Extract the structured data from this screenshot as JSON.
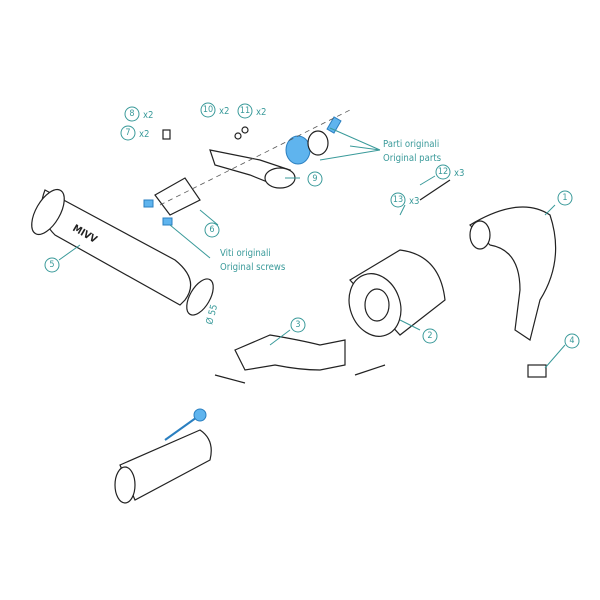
{
  "callouts": [
    {
      "n": "1",
      "qty": ""
    },
    {
      "n": "2",
      "qty": ""
    },
    {
      "n": "3",
      "qty": ""
    },
    {
      "n": "4",
      "qty": ""
    },
    {
      "n": "5",
      "qty": ""
    },
    {
      "n": "6",
      "qty": ""
    },
    {
      "n": "7",
      "qty": "x2"
    },
    {
      "n": "8",
      "qty": "x2"
    },
    {
      "n": "9",
      "qty": ""
    },
    {
      "n": "10",
      "qty": "x2"
    },
    {
      "n": "11",
      "qty": "x2"
    },
    {
      "n": "12",
      "qty": "x3"
    },
    {
      "n": "13",
      "qty": "x3"
    }
  ],
  "notes": {
    "original_parts_it": "Parti originali",
    "original_parts_en": "Original parts",
    "original_screws_it": "Viti originali",
    "original_screws_en": "Original screws"
  },
  "dimension": "Ø 55",
  "colors": {
    "accent": "#3a9a9a",
    "highlight": "#5fb4ee"
  }
}
